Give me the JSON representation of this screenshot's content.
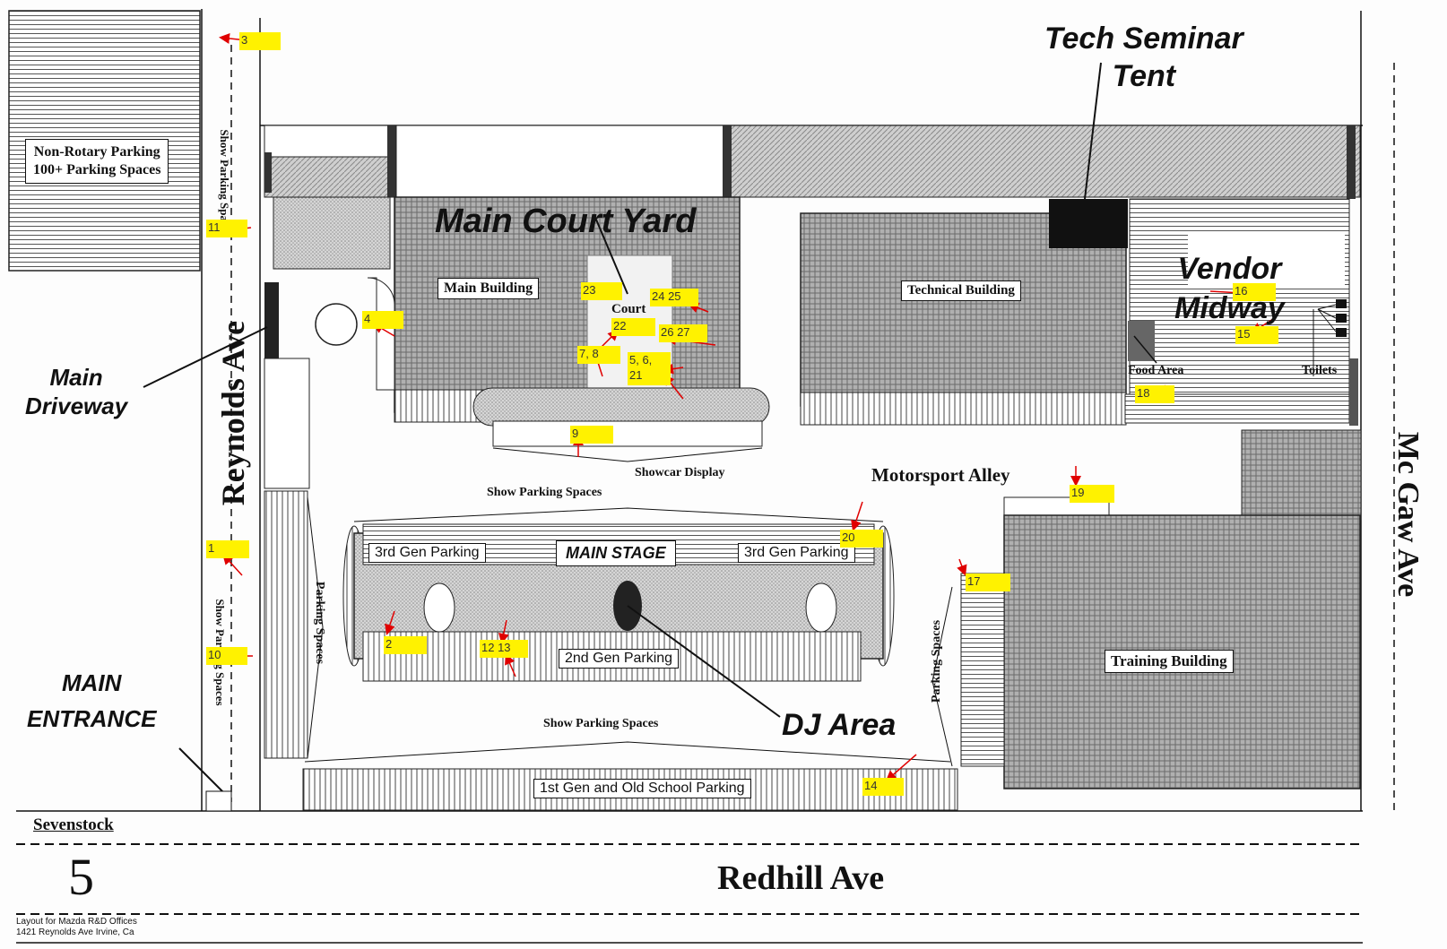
{
  "streets": {
    "reynolds": "Reynolds Ave",
    "mcgaw": "Mc Gaw Ave",
    "redhill": "Redhill Ave"
  },
  "areas": {
    "non_rotary_line1": "Non-Rotary Parking",
    "non_rotary_line2": "100+ Parking Spaces",
    "main_court_yard": "Main Court Yard",
    "main_building": "Main Building",
    "court": "Court",
    "technical_building": "Technical Building",
    "tech_seminar_line1": "Tech Seminar",
    "tech_seminar_line2": "Tent",
    "vendor_line1": "Vendor",
    "vendor_line2": "Midway",
    "food_area": "Food Area",
    "toilets": "Toilets",
    "main_driveway_line1": "Main",
    "main_driveway_line2": "Driveway",
    "main_entrance_line1": "MAIN",
    "main_entrance_line2": "ENTRANCE",
    "showcar_display": "Showcar Display",
    "show_parking_spaces": "Show Parking Spaces",
    "show_parking_spaces_bottom": "Show Parking Spaces",
    "parking_spaces": "Parking Spaces",
    "parking_spaces_right": "Parking Spaces",
    "show_parking_vertical_top": "Show Parking Spaces",
    "show_parking_vertical_bottom": "Show Parking Spaces",
    "motorsport_alley": "Motorsport Alley",
    "third_gen_left": "3rd Gen Parking",
    "third_gen_right": "3rd Gen Parking",
    "main_stage": "MAIN STAGE",
    "second_gen": "2nd Gen Parking",
    "first_gen": "1st Gen and Old School Parking",
    "dj_area": "DJ Area",
    "training_building": "Training Building"
  },
  "footer": {
    "event": "Sevenstock",
    "page_number": "5",
    "layout_line1": "Layout for Mazda R&D Offices",
    "layout_line2": "1421 Reynolds Ave Irvine, Ca"
  },
  "markers": [
    {
      "id": "m3",
      "label": "3"
    },
    {
      "id": "m11",
      "label": "11"
    },
    {
      "id": "m4",
      "label": "4"
    },
    {
      "id": "m23",
      "label": "23"
    },
    {
      "id": "m2425",
      "label": "24 25"
    },
    {
      "id": "m22",
      "label": "22"
    },
    {
      "id": "m2627",
      "label": "26 27"
    },
    {
      "id": "m78",
      "label": "7, 8"
    },
    {
      "id": "m56",
      "label": "5, 6,"
    },
    {
      "id": "m21",
      "label": "21"
    },
    {
      "id": "m9",
      "label": "9"
    },
    {
      "id": "m16",
      "label": "16"
    },
    {
      "id": "m15",
      "label": "15"
    },
    {
      "id": "m18",
      "label": "18"
    },
    {
      "id": "m19",
      "label": "19"
    },
    {
      "id": "m20",
      "label": "20"
    },
    {
      "id": "m17",
      "label": "17"
    },
    {
      "id": "m1",
      "label": "1"
    },
    {
      "id": "m2",
      "label": "2"
    },
    {
      "id": "m1213",
      "label": "12 13"
    },
    {
      "id": "m10",
      "label": "10"
    },
    {
      "id": "m14",
      "label": "14"
    }
  ],
  "colors": {
    "marker_fill": "#fff200",
    "arrow": "#e00000",
    "building_fill": "#9a9a9a",
    "tent_fill": "#c8c8c8"
  }
}
